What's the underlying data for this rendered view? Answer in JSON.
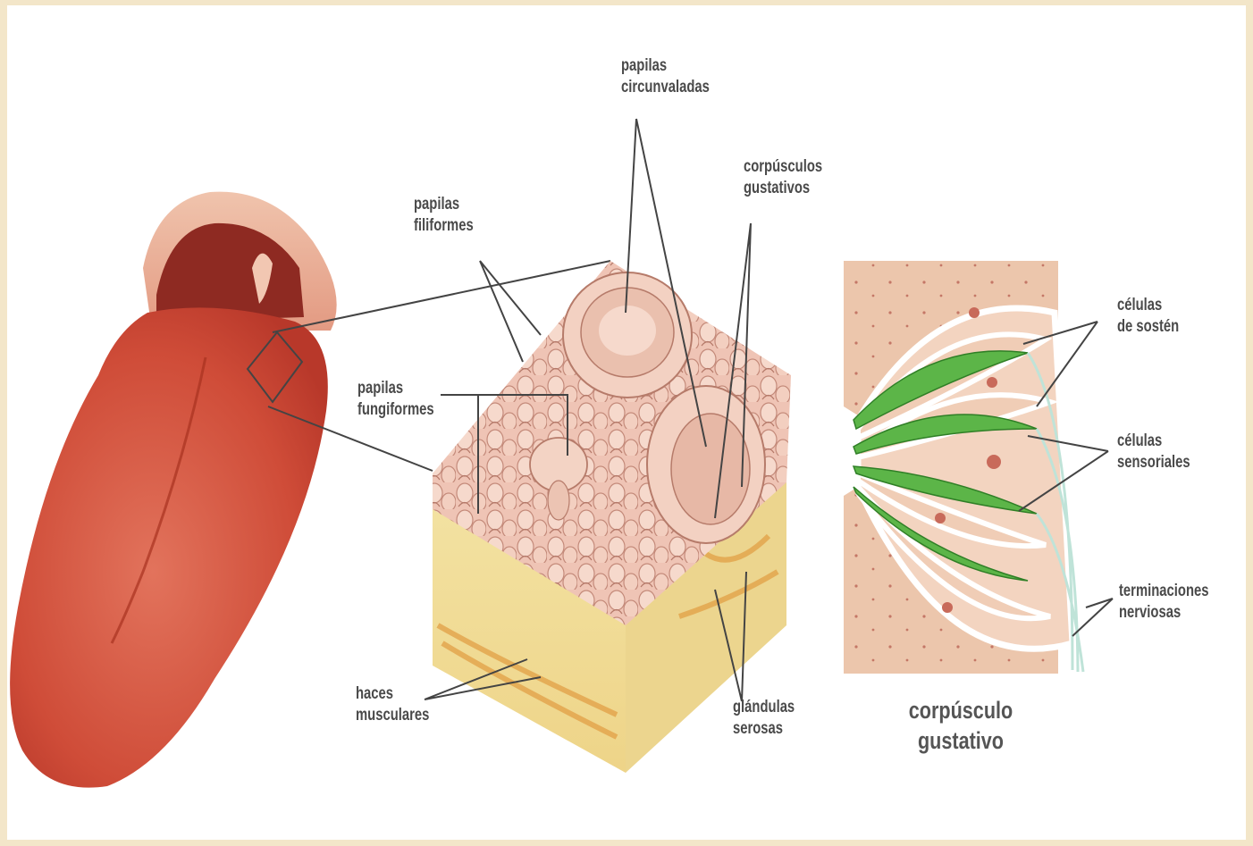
{
  "labels": {
    "papilas_circunvaladas": [
      "papilas",
      "circunvaladas"
    ],
    "corpusculos_gustativos": [
      "corpúsculos",
      "gustativos"
    ],
    "papilas_filiformes": [
      "papilas",
      "filiformes"
    ],
    "papilas_fungiformes": [
      "papilas",
      "fungiformes"
    ],
    "haces_musculares": [
      "haces",
      "musculares"
    ],
    "glandulas_serosas": [
      "glándulas",
      "serosas"
    ],
    "celulas_sosten": [
      "células",
      "de sostén"
    ],
    "celulas_sensoriales": [
      "células",
      "sensoriales"
    ],
    "terminaciones_nerviosas": [
      "terminaciones",
      "nerviosas"
    ],
    "corpusculo_gustativo": [
      "corpúsculo",
      "gustativo"
    ]
  },
  "colors": {
    "background_frame": "#f3e6c9",
    "tongue": "#d2523e",
    "tissue_top": "#efc3b3",
    "tissue_base": "#f2e09e",
    "sensory_cells": "#4fae3a",
    "nerve_endings": "#bfe3d8",
    "leader_lines": "#444444"
  }
}
